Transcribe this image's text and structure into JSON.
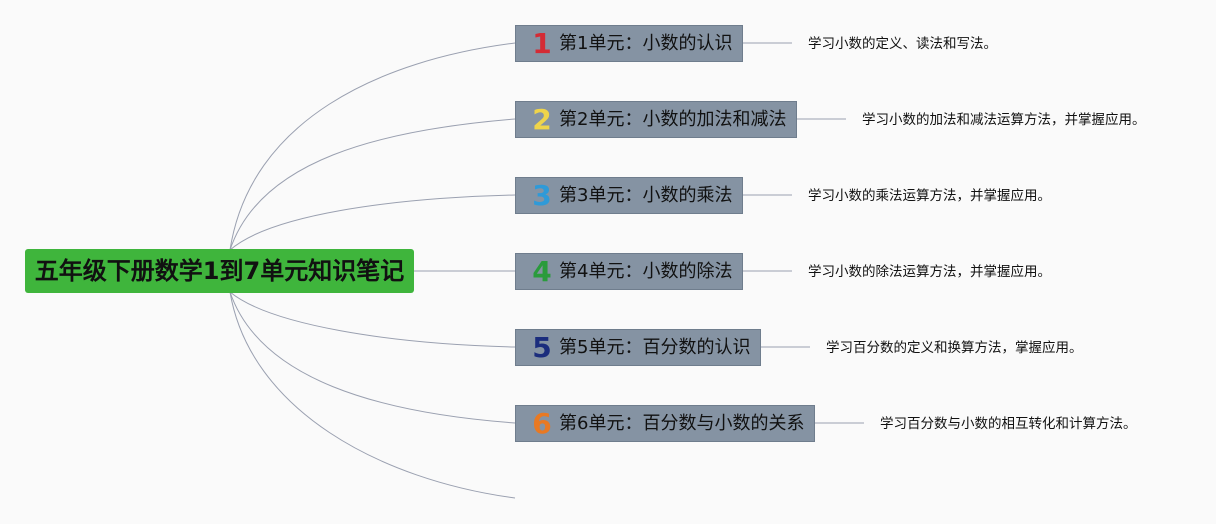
{
  "root": {
    "title": "五年级下册数学1到7单元知识笔记"
  },
  "branches": [
    {
      "number": "1",
      "number_color": "#d42b35",
      "label": "第1单元：小数的认识",
      "description": "学习小数的定义、读法和写法。"
    },
    {
      "number": "2",
      "number_color": "#efd44a",
      "label": "第2单元：小数的加法和减法",
      "description": "学习小数的加法和减法运算方法，并掌握应用。"
    },
    {
      "number": "3",
      "number_color": "#2f9ad8",
      "label": "第3单元：小数的乘法",
      "description": "学习小数的乘法运算方法，并掌握应用。"
    },
    {
      "number": "4",
      "number_color": "#2a9b3c",
      "label": "第4单元：小数的除法",
      "description": "学习小数的除法运算方法，并掌握应用。"
    },
    {
      "number": "5",
      "number_color": "#1b2d7d",
      "label": "第5单元：百分数的认识",
      "description": "学习百分数的定义和换算方法，掌握应用。"
    },
    {
      "number": "6",
      "number_color": "#e87923",
      "label": "第6单元：百分数与小数的关系",
      "description": "学习百分数与小数的相互转化和计算方法。"
    }
  ],
  "colors": {
    "root_fill": "#3fb53c",
    "branch_fill": "#8593a3",
    "connector": "#9aa0b0"
  }
}
